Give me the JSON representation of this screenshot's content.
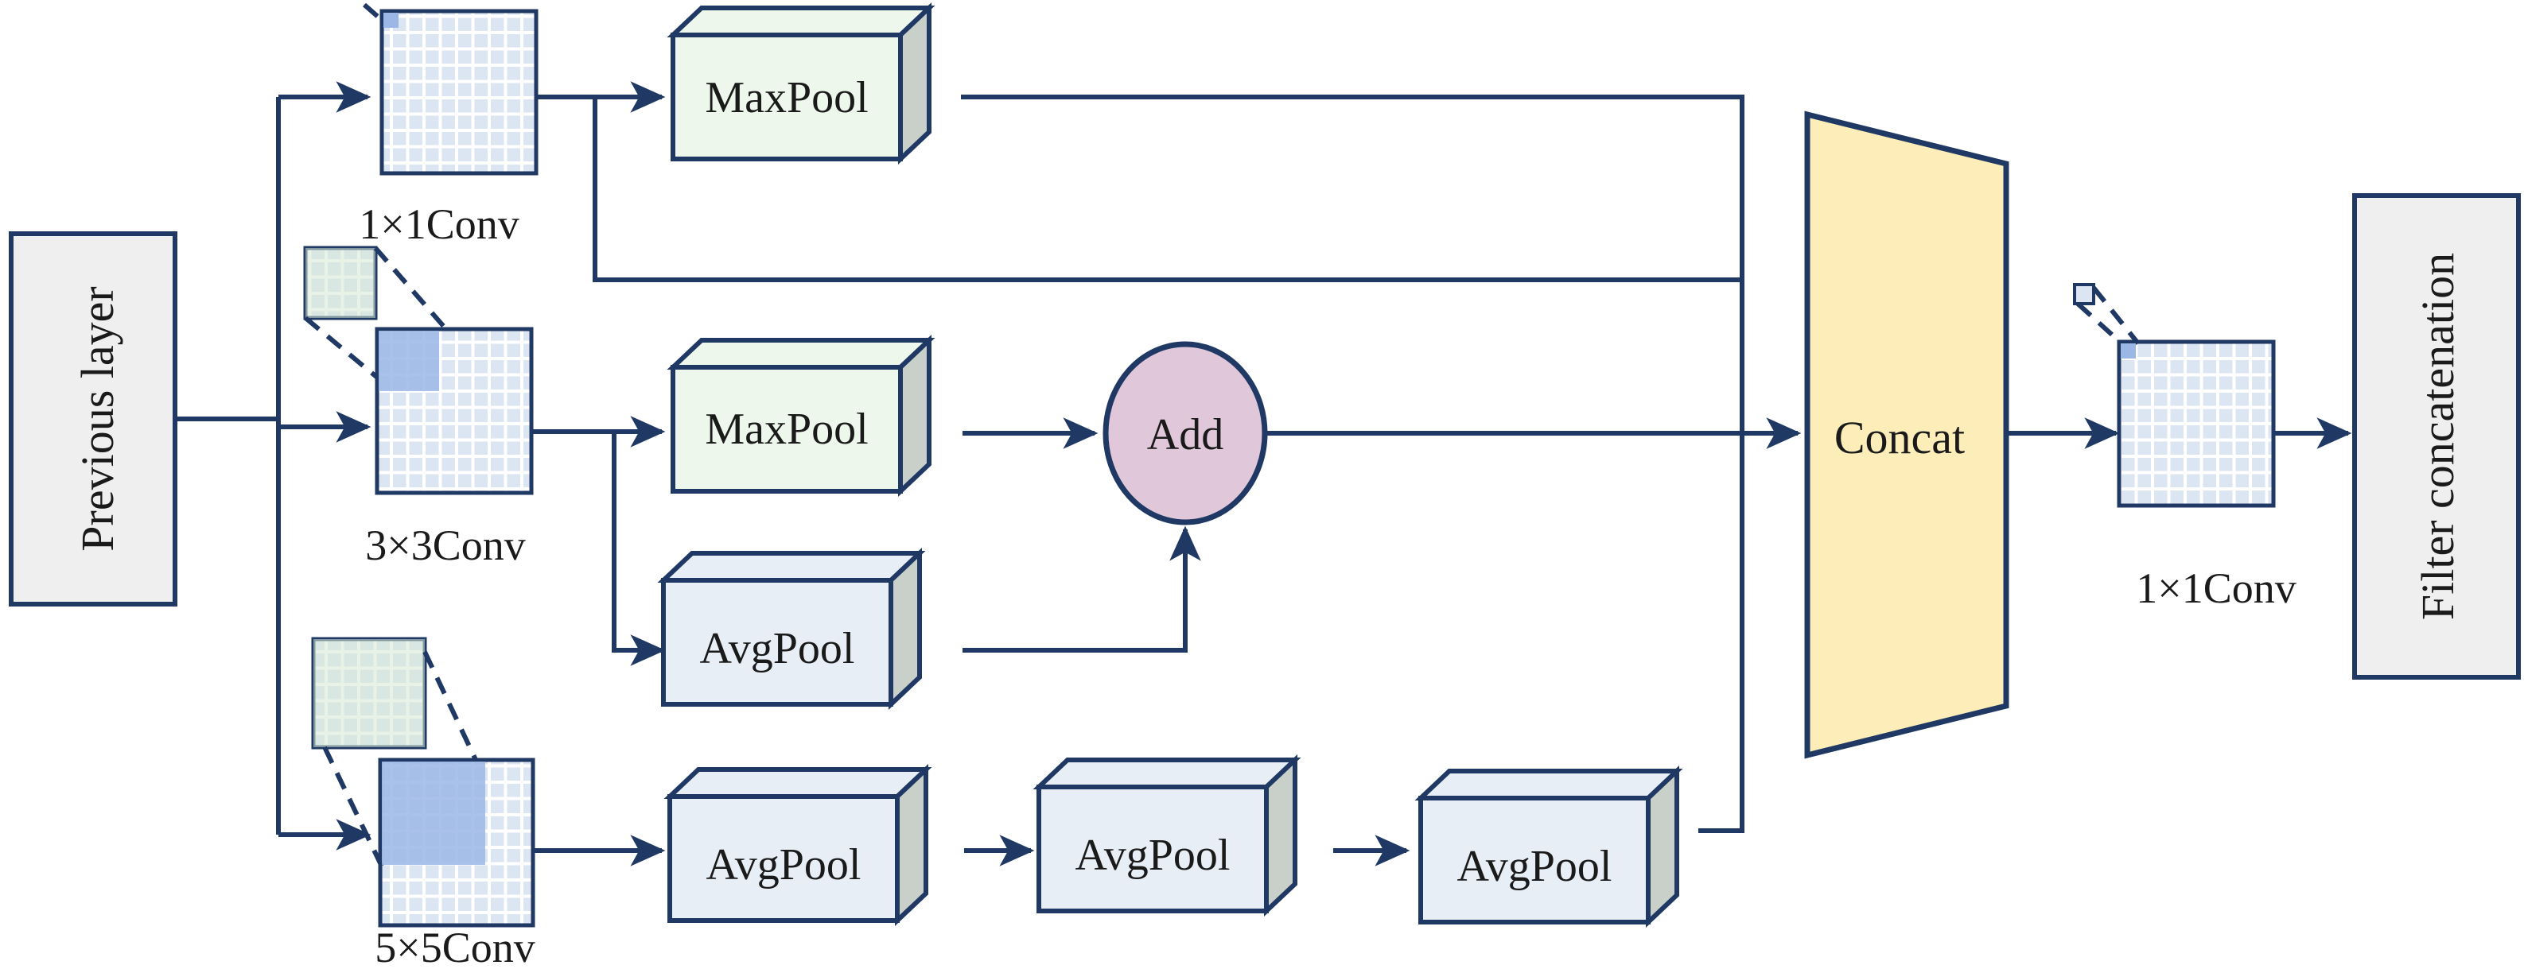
{
  "nodes": {
    "previous_layer": "Previous layer",
    "conv1_label": "1×1Conv",
    "conv3_label": "3×3Conv",
    "conv5_label": "5×5Conv",
    "maxpool_top": "MaxPool",
    "maxpool_mid": "MaxPool",
    "avgpool_mid": "AvgPool",
    "avgpool_bot_1": "AvgPool",
    "avgpool_bot_2": "AvgPool",
    "avgpool_bot_3": "AvgPool",
    "add": "Add",
    "concat": "Concat",
    "conv_out_label": "1×1Conv",
    "filter_concat": "Filter concatenation"
  },
  "colors": {
    "line": "#1f3864",
    "grid_fill": "#dce6f2",
    "grid_highlight": "#9bb7e6",
    "kernel_fill": "#d5e8d4",
    "maxpool_face": "#eef7ec",
    "avgpool_face": "#e8eef6",
    "box_side": "#c9cfc9",
    "add_fill": "#e0c8da",
    "concat_fill": "#fdeeb9",
    "outer_box_fill": "#efefef"
  }
}
